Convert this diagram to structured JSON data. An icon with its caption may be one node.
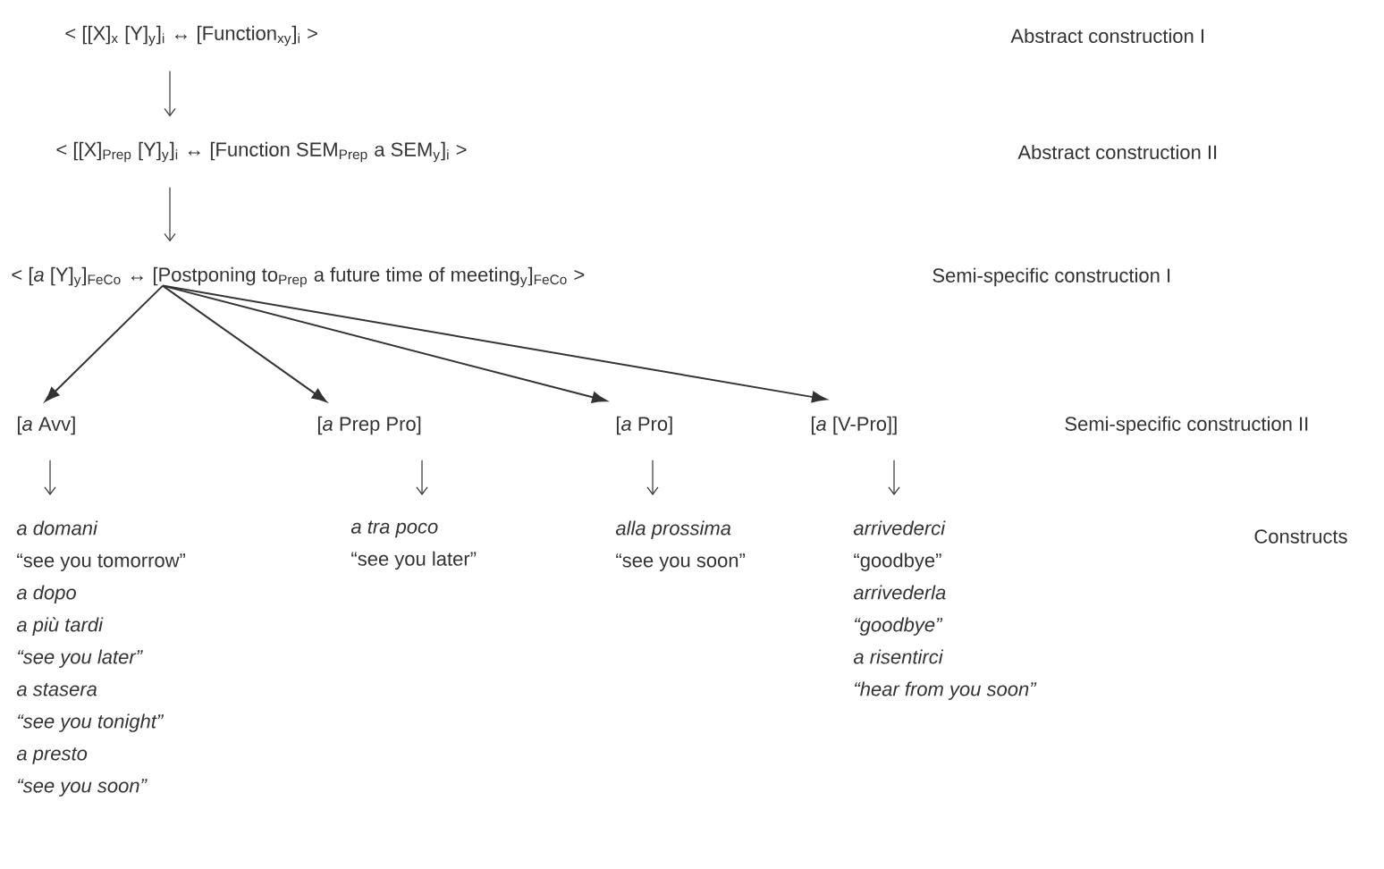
{
  "diagram": {
    "nodes": [
      {
        "text": [
          "< [[X]$_{x}$ [Y]$_{y}$]$_{i}$ ↔ [Function$_{xy}$]$_{i}$ >"
        ]
      },
      {
        "text": [
          "< [[X]$_{Prep}$ [Y]$_{y}$]$_{i}$ ↔ [Function SEM$_{Prep}$ a SEM$_{y}$]$_{i}$ >"
        ]
      },
      {
        "text": [
          "< [*a* [Y]$_{y}$]$_{FeCo}$ ↔ [Postponing to$_{Prep}$ a future time of meeting$_{y}$]$_{FeCo}$ >"
        ]
      },
      {
        "text": [
          "[*a* Avv]"
        ]
      },
      {
        "text": [
          "[*a* Prep Pro]"
        ]
      },
      {
        "text": [
          "[*a* Pro]"
        ]
      },
      {
        "text": [
          "[*a* [V-Pro]]"
        ]
      },
      {
        "text": [
          "*a domani*",
          "“see you tomorrow”",
          "*a dopo*",
          "*a più tardi*",
          "*“see you later”*",
          "*a stasera*",
          "*“see you tonight”*",
          "*a presto*",
          "*“see you soon”*"
        ]
      },
      {
        "text": [
          "*a tra poco*",
          "“see you later”"
        ]
      },
      {
        "text": [
          "*alla prossima*",
          "“see you soon”"
        ]
      },
      {
        "text": [
          "*arrivederci*",
          "“goodbye”",
          "*arrivederla*",
          "*“goodbye”*",
          "*a risentirci*",
          "*“hear from you soon”*"
        ]
      }
    ],
    "edges": [
      {
        "from": 0,
        "to": 1,
        "arrow": "to"
      },
      {
        "from": 1,
        "to": 2,
        "arrow": "to"
      },
      {
        "from": 2,
        "to": 3,
        "arrow": "to"
      },
      {
        "from": 2,
        "to": 4,
        "arrow": "to"
      },
      {
        "from": 2,
        "to": 5,
        "arrow": "to"
      },
      {
        "from": 2,
        "to": 6,
        "arrow": "to"
      },
      {
        "from": 3,
        "to": 7,
        "arrow": "to"
      },
      {
        "from": 4,
        "to": 8,
        "arrow": "to"
      },
      {
        "from": 5,
        "to": 9,
        "arrow": "to"
      },
      {
        "from": 6,
        "to": 10,
        "arrow": "to"
      }
    ],
    "labels": [
      "Abstract construction I",
      "Abstract construction II",
      "Semi-specific construction I",
      "Semi-specific construction II",
      "Constructs"
    ]
  }
}
